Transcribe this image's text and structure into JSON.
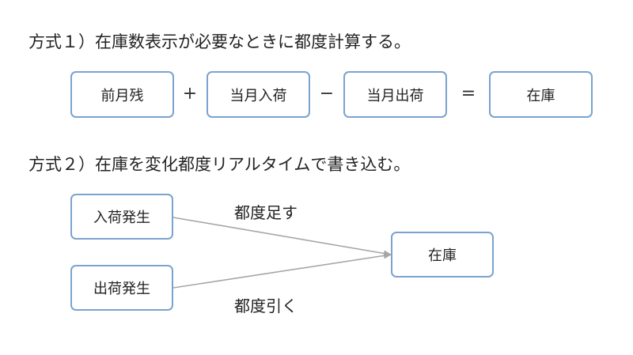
{
  "method1": {
    "heading": "方式１）在庫数表示が必要なときに都度計算する。",
    "terms": [
      "前月残",
      "当月入荷",
      "当月出荷",
      "在庫"
    ],
    "operators": [
      "+",
      "−",
      "="
    ]
  },
  "method2": {
    "heading": "方式２）在庫を変化都度リアルタイムで書き込む。",
    "source_in": "入荷発生",
    "source_out": "出荷発生",
    "target": "在庫",
    "edge_add": "都度足す",
    "edge_sub": "都度引く"
  },
  "colors": {
    "box_border": "#7aa3cf",
    "arrow": "#a6a6a6",
    "text": "#222222"
  }
}
